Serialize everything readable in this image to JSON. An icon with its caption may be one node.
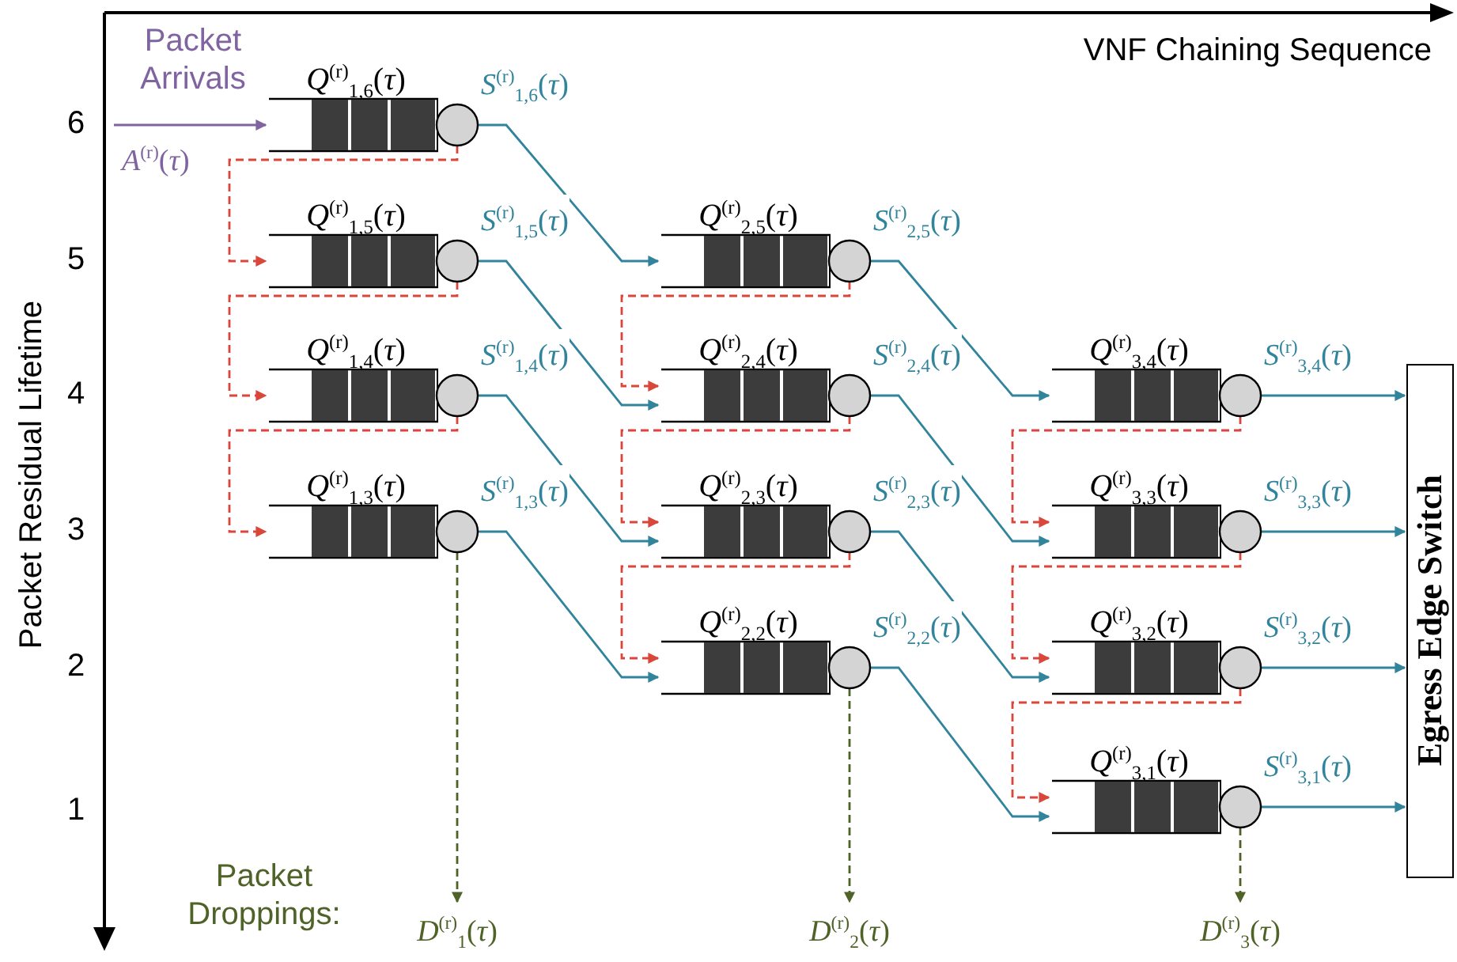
{
  "diagram": {
    "nodes": [
      {
        "text": [
          "*Q*$^{(r)}$$_{1,6}$(*τ*)"
        ]
      },
      {
        "text": [
          "*Q*$^{(r)}$$_{1,5}$(*τ*)"
        ]
      },
      {
        "text": [
          "*Q*$^{(r)}$$_{1,4}$(*τ*)"
        ]
      },
      {
        "text": [
          "*Q*$^{(r)}$$_{1,3}$(*τ*)"
        ]
      },
      {
        "text": [
          "*Q*$^{(r)}$$_{2,5}$(*τ*)"
        ]
      },
      {
        "text": [
          "*Q*$^{(r)}$$_{2,4}$(*τ*)"
        ]
      },
      {
        "text": [
          "*Q*$^{(r)}$$_{2,3}$(*τ*)"
        ]
      },
      {
        "text": [
          "*Q*$^{(r)}$$_{2,2}$(*τ*)"
        ]
      },
      {
        "text": [
          "*Q*$^{(r)}$$_{3,4}$(*τ*)"
        ]
      },
      {
        "text": [
          "*Q*$^{(r)}$$_{3,3}$(*τ*)"
        ]
      },
      {
        "text": [
          "*Q*$^{(r)}$$_{3,2}$(*τ*)"
        ]
      },
      {
        "text": [
          "*Q*$^{(r)}$$_{3,1}$(*τ*)"
        ]
      },
      {
        "text": [
          "Egress Edge Switch"
        ]
      },
      {
        "text": [
          "*D*$^{(r)}$$_{1}$(*τ*)"
        ]
      },
      {
        "text": [
          "*D*$^{(r)}$$_{2}$(*τ*)"
        ]
      },
      {
        "text": [
          "*D*$^{(r)}$$_{3}$(*τ*)"
        ]
      }
    ],
    "edges": [
      {
        "from": null,
        "to": 0,
        "arrow": "to",
        "label": "*A*$^{(r)}$(*τ*)",
        "color": "#8064a2"
      },
      {
        "from": 0,
        "to": 4,
        "arrow": "to",
        "label": "*S*$^{(r)}$$_{1,6}$(*τ*)"
      },
      {
        "from": 1,
        "to": 5,
        "arrow": "to",
        "label": "*S*$^{(r)}$$_{1,5}$(*τ*)"
      },
      {
        "from": 2,
        "to": 6,
        "arrow": "to",
        "label": "*S*$^{(r)}$$_{1,4}$(*τ*)"
      },
      {
        "from": 3,
        "to": 7,
        "arrow": "to",
        "label": "*S*$^{(r)}$$_{1,3}$(*τ*)"
      },
      {
        "from": 4,
        "to": 8,
        "arrow": "to",
        "label": "*S*$^{(r)}$$_{2,5}$(*τ*)"
      },
      {
        "from": 5,
        "to": 9,
        "arrow": "to",
        "label": "*S*$^{(r)}$$_{2,4}$(*τ*)"
      },
      {
        "from": 6,
        "to": 10,
        "arrow": "to",
        "label": "*S*$^{(r)}$$_{2,3}$(*τ*)"
      },
      {
        "from": 7,
        "to": 11,
        "arrow": "to",
        "label": "*S*$^{(r)}$$_{2,2}$(*τ*)"
      },
      {
        "from": 8,
        "to": 12,
        "arrow": "to",
        "label": "*S*$^{(r)}$$_{3,4}$(*τ*)"
      },
      {
        "from": 9,
        "to": 12,
        "arrow": "to",
        "label": "*S*$^{(r)}$$_{3,3}$(*τ*)"
      },
      {
        "from": 10,
        "to": 12,
        "arrow": "to",
        "label": "*S*$^{(r)}$$_{3,2}$(*τ*)"
      },
      {
        "from": 11,
        "to": 12,
        "arrow": "to",
        "label": "*S*$^{(r)}$$_{3,1}$(*τ*)"
      },
      {
        "from": 0,
        "to": 1,
        "arrow": "to",
        "style": "dashed",
        "color": "#d9473b"
      },
      {
        "from": 1,
        "to": 2,
        "arrow": "to",
        "style": "dashed",
        "color": "#d9473b"
      },
      {
        "from": 2,
        "to": 3,
        "arrow": "to",
        "style": "dashed",
        "color": "#d9473b"
      },
      {
        "from": 4,
        "to": 5,
        "arrow": "to",
        "style": "dashed",
        "color": "#d9473b"
      },
      {
        "from": 5,
        "to": 6,
        "arrow": "to",
        "style": "dashed",
        "color": "#d9473b"
      },
      {
        "from": 6,
        "to": 7,
        "arrow": "to",
        "style": "dashed",
        "color": "#d9473b"
      },
      {
        "from": 8,
        "to": 9,
        "arrow": "to",
        "style": "dashed",
        "color": "#d9473b"
      },
      {
        "from": 9,
        "to": 10,
        "arrow": "to",
        "style": "dashed",
        "color": "#d9473b"
      },
      {
        "from": 10,
        "to": 11,
        "arrow": "to",
        "style": "dashed",
        "color": "#d9473b"
      },
      {
        "from": 3,
        "to": 13,
        "arrow": "to",
        "style": "dashed",
        "color": "#4f6228"
      },
      {
        "from": 7,
        "to": 14,
        "arrow": "to",
        "style": "dashed",
        "color": "#4f6228"
      },
      {
        "from": 11,
        "to": 15,
        "arrow": "to",
        "style": "dashed",
        "color": "#4f6228"
      }
    ],
    "labels": [
      "Packet Arrivals",
      "VNF Chaining Sequence",
      "Packet Residual Lifetime",
      "6",
      "5",
      "4",
      "3",
      "2",
      "1",
      "Packet Droppings:"
    ]
  }
}
